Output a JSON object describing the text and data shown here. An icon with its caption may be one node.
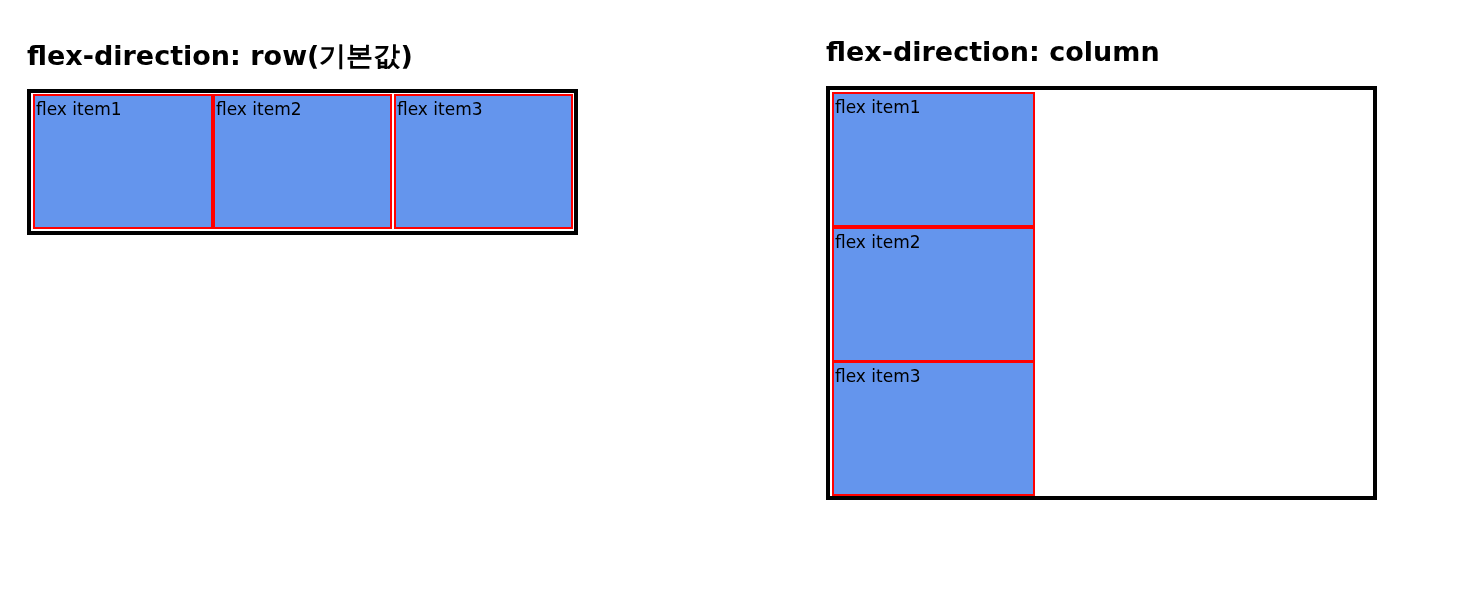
{
  "diagram": {
    "nodes": [
      {
        "text": [
          "flex-direction: row(기본값)"
        ]
      },
      {
        "text": [
          "flex item1"
        ],
        "in": 0
      },
      {
        "text": [
          "flex item2"
        ],
        "in": 0
      },
      {
        "text": [
          "flex item3"
        ],
        "in": 0
      },
      {
        "text": [
          "flex-direction: column"
        ]
      },
      {
        "text": [
          "flex item1"
        ],
        "in": 4
      },
      {
        "text": [
          "flex item2"
        ],
        "in": 4
      },
      {
        "text": [
          "flex item3"
        ],
        "in": 4
      }
    ]
  }
}
